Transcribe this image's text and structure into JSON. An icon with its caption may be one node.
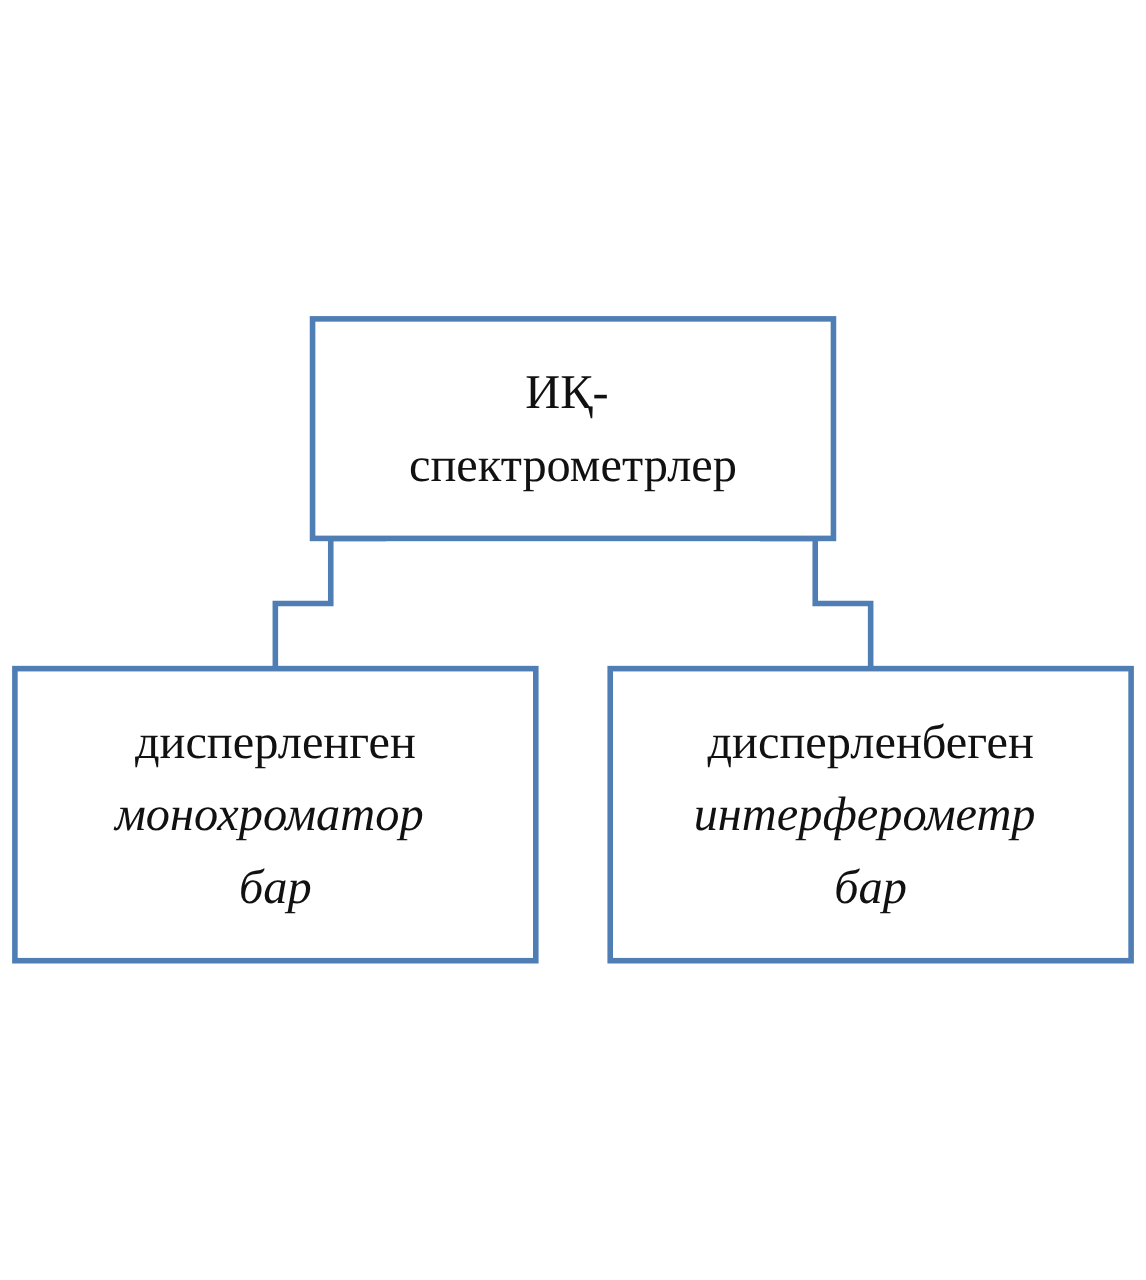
{
  "diagram": {
    "nodes": [
      {
        "text": [
          "ИҚ- спектрометрлер"
        ]
      },
      {
        "text": [
          "дисперленген",
          "монохроматор бар"
        ]
      },
      {
        "text": [
          "дисперленбеген",
          "интерферометр бар"
        ]
      }
    ],
    "edges": [
      {
        "from": 0,
        "to": 1,
        "arrow": "none"
      },
      {
        "from": 0,
        "to": 2,
        "arrow": "none"
      }
    ]
  }
}
